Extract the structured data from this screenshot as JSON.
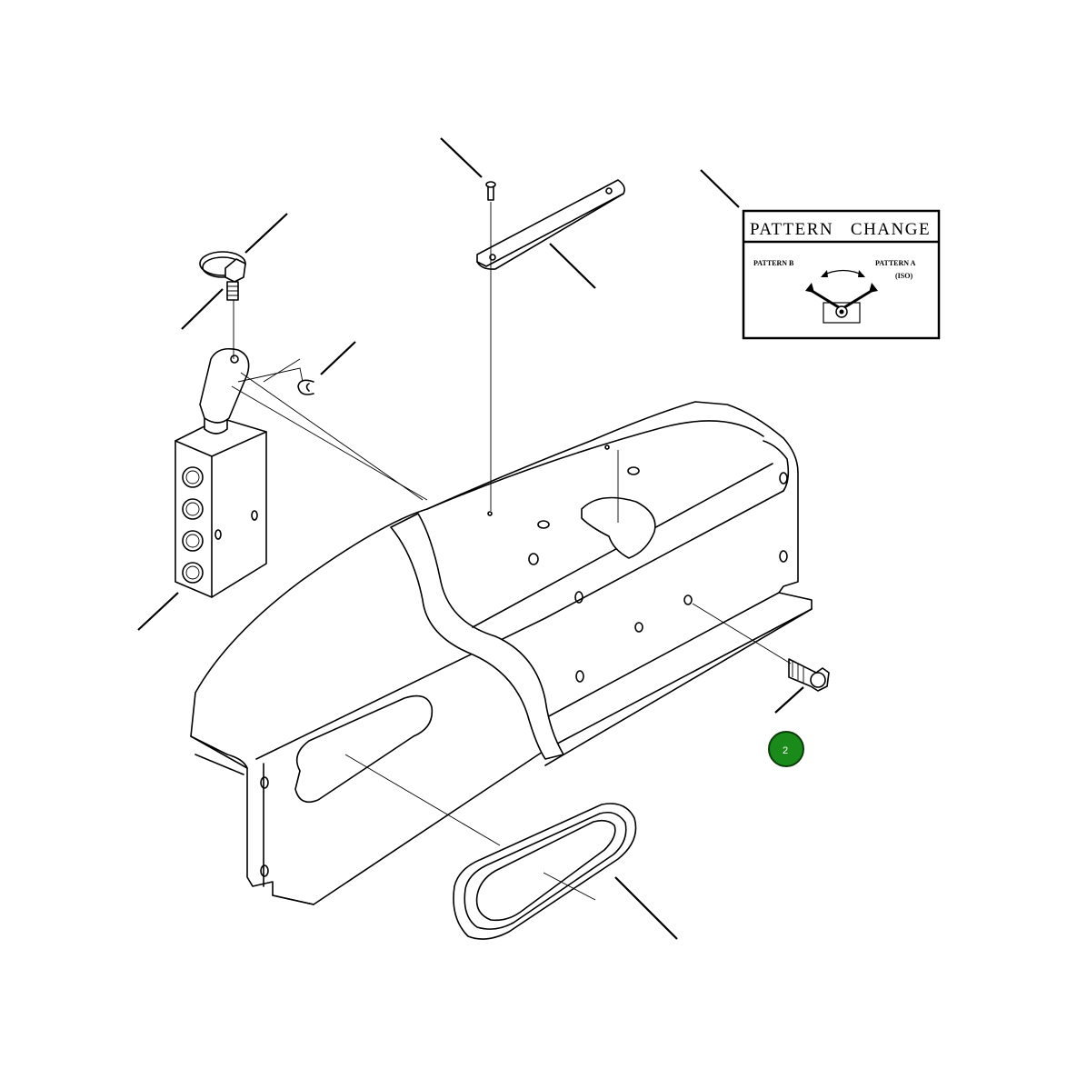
{
  "decal": {
    "title": "PATTERN   CHANGE",
    "left_label": "PATTERN B",
    "right_label": "PATTERN A",
    "right_sublabel": "(ISO)"
  },
  "callouts": [
    {
      "label": "2",
      "color": "#1a8a1a"
    }
  ],
  "colors": {
    "line": "#000000",
    "background": "#ffffff",
    "callout_fill": "#1a8a1a",
    "callout_stroke": "#0b3d0b"
  }
}
